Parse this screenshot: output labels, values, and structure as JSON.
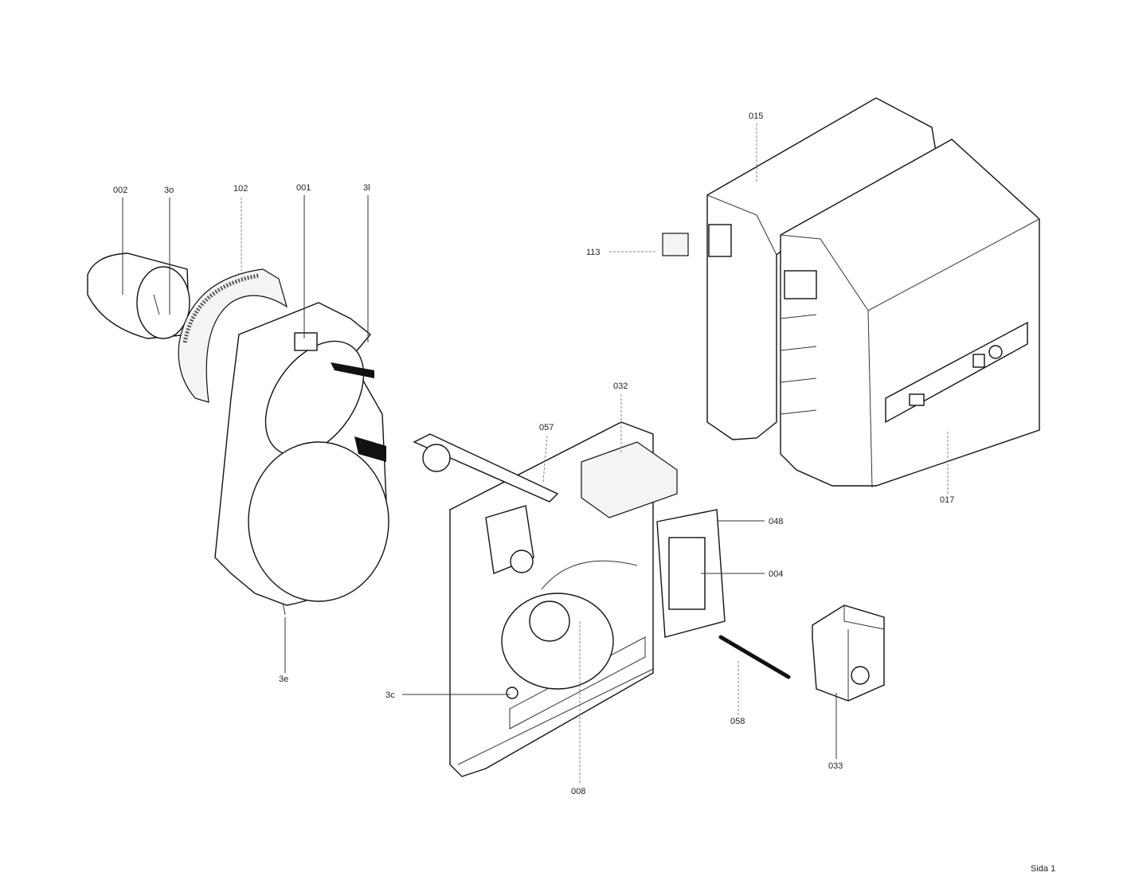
{
  "diagram": {
    "part_labels": {
      "p002": "002",
      "p3o": "3o",
      "p102": "102",
      "p001": "001",
      "p3l": "3l",
      "p015": "015",
      "p113": "113",
      "p017": "017",
      "p032": "032",
      "p057": "057",
      "p048": "048",
      "p004": "004",
      "p3e": "3e",
      "p3c": "3c",
      "p058": "058",
      "p008": "008",
      "p033": "033"
    }
  },
  "footer": {
    "page": "Sida 1"
  }
}
